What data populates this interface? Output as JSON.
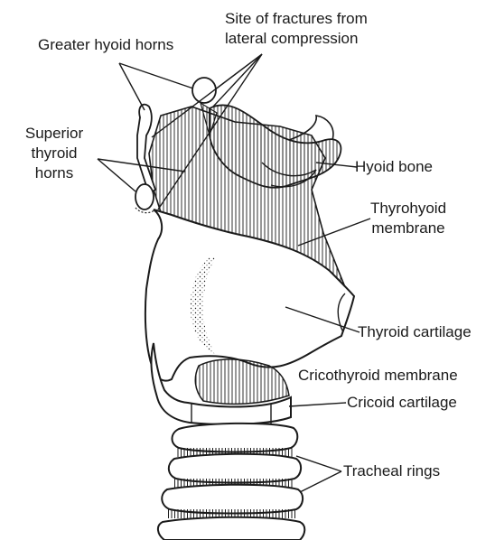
{
  "labels": {
    "greater_hyoid_horns": "Greater hyoid horns",
    "fracture_site": {
      "line1": "Site of fractures from",
      "line2": "lateral compression"
    },
    "superior_thyroid_horns": {
      "line1": "Superior",
      "line2": "thyroid",
      "line3": "horns"
    },
    "hyoid_bone": "Hyoid bone",
    "thyrohyoid_membrane": {
      "line1": "Thyrohyoid",
      "line2": "membrane"
    },
    "thyroid_cartilage": "Thyroid cartilage",
    "cricothyroid_membrane": "Cricothyroid membrane",
    "cricoid_cartilage": "Cricoid cartilage",
    "tracheal_rings": "Tracheal rings"
  },
  "colors": {
    "ink": "#1a1a1a",
    "paper": "#ffffff"
  }
}
